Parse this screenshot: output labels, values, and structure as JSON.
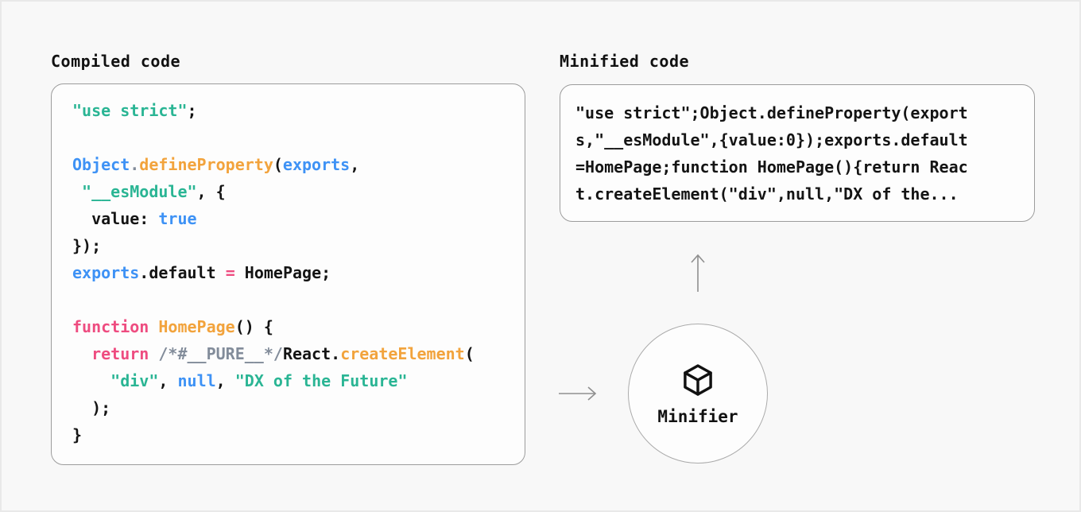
{
  "syntax_colors": {
    "pl": "#141414",
    "str": "#2ab594",
    "id": "#3e92f5",
    "fn": "#f2a33c",
    "kw": "#ee4c80",
    "cm": "#828c9a"
  },
  "ui_colors": {
    "canvas_bg": "#f8f8f8",
    "canvas_border": "#e9e9e9",
    "panel_bg": "#fdfdfd",
    "panel_border": "#9c9c9c",
    "arrow": "#8f8f8f",
    "circle_border": "#ababab"
  },
  "compiled": {
    "title": "Compiled code",
    "code_lines": [
      [
        {
          "t": "\"use strict\"",
          "c": "str"
        },
        {
          "t": ";",
          "c": "pl"
        }
      ],
      [],
      [
        {
          "t": "Object",
          "c": "id"
        },
        {
          "t": ".",
          "c": "cm"
        },
        {
          "t": "defineProperty",
          "c": "fn"
        },
        {
          "t": "(",
          "c": "pl"
        },
        {
          "t": "exports",
          "c": "id"
        },
        {
          "t": ",",
          "c": "pl"
        }
      ],
      [
        {
          "t": " ",
          "c": "pl"
        },
        {
          "t": "\"__esModule\"",
          "c": "str"
        },
        {
          "t": ", {",
          "c": "pl"
        }
      ],
      [
        {
          "t": "  value: ",
          "c": "pl"
        },
        {
          "t": "true",
          "c": "id"
        }
      ],
      [
        {
          "t": "});",
          "c": "pl"
        }
      ],
      [
        {
          "t": "exports",
          "c": "id"
        },
        {
          "t": ".",
          "c": "pl",
          "b": true
        },
        {
          "t": "default",
          "c": "pl",
          "b": true
        },
        {
          "t": " ",
          "c": "pl"
        },
        {
          "t": "=",
          "c": "kw"
        },
        {
          "t": " ",
          "c": "pl"
        },
        {
          "t": "HomePage;",
          "c": "pl",
          "b": true
        }
      ],
      [],
      [
        {
          "t": "function",
          "c": "kw"
        },
        {
          "t": " ",
          "c": "pl"
        },
        {
          "t": "HomePage",
          "c": "fn"
        },
        {
          "t": "() {",
          "c": "pl"
        }
      ],
      [
        {
          "t": "  ",
          "c": "pl"
        },
        {
          "t": "return",
          "c": "kw"
        },
        {
          "t": " ",
          "c": "pl"
        },
        {
          "t": "/*#__PURE__*/",
          "c": "cm"
        },
        {
          "t": "React.",
          "c": "pl",
          "b": true
        },
        {
          "t": "createElement",
          "c": "fn"
        },
        {
          "t": "(",
          "c": "pl"
        }
      ],
      [
        {
          "t": "    ",
          "c": "pl"
        },
        {
          "t": "\"div\"",
          "c": "str"
        },
        {
          "t": ", ",
          "c": "pl"
        },
        {
          "t": "null",
          "c": "id"
        },
        {
          "t": ", ",
          "c": "pl"
        },
        {
          "t": "\"DX of the Future\"",
          "c": "str"
        }
      ],
      [
        {
          "t": "  );",
          "c": "pl"
        }
      ],
      [
        {
          "t": "}",
          "c": "pl"
        }
      ]
    ]
  },
  "minified": {
    "title": "Minified code",
    "code_lines": [
      [
        {
          "t": "\"use strict\";Object.defineProperty(export",
          "c": "pl"
        }
      ],
      [
        {
          "t": "s,\"__esModule\",{value:0});exports.default",
          "c": "pl"
        }
      ],
      [
        {
          "t": "=HomePage;function HomePage(){return Reac",
          "c": "pl"
        }
      ],
      [
        {
          "t": "t.createElement(\"div\",null,\"DX of the...",
          "c": "pl"
        }
      ]
    ]
  },
  "flow": {
    "minifier_label": "Minifier"
  }
}
